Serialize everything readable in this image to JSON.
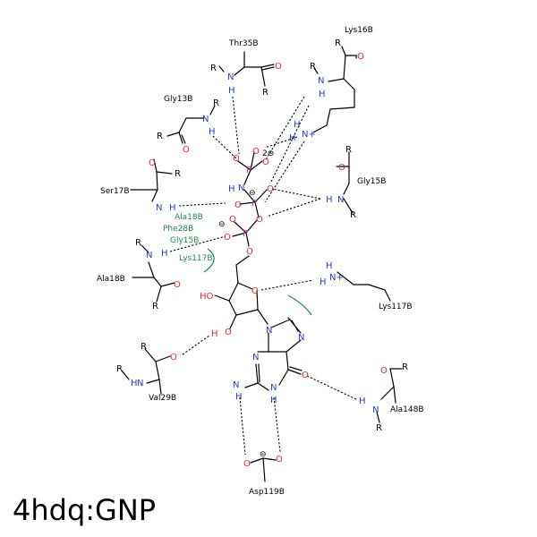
{
  "title": "4hdq:GNP",
  "colors": {
    "bond": "#000000",
    "nitrogen": "#1f3ecf",
    "oxygen": "#e0282e",
    "phosphorus": "#d234b3",
    "hydrophobic": "#1b8a4b"
  },
  "residues": {
    "thr35": "Thr35B",
    "lys16": "Lys16B",
    "gly13": "Gly13B",
    "gly15": "Gly15B",
    "ser17": "Ser17B",
    "ala18": "Ala18B",
    "lys117": "Lys117B",
    "val29": "Val29B",
    "ala148": "Ala148B",
    "asp119": "Asp119B"
  },
  "hydrophobic_contacts": [
    "Ala18B",
    "Phe28B",
    "Gly15B",
    "Lys117B"
  ],
  "atoms": {
    "R": "R",
    "N": "N",
    "H": "H",
    "O": "O",
    "P": "P",
    "N_plus": "N+",
    "charge_2minus": "2⊖",
    "charge_minus": "⊖",
    "HO": "HO",
    "OH_H": "H"
  }
}
